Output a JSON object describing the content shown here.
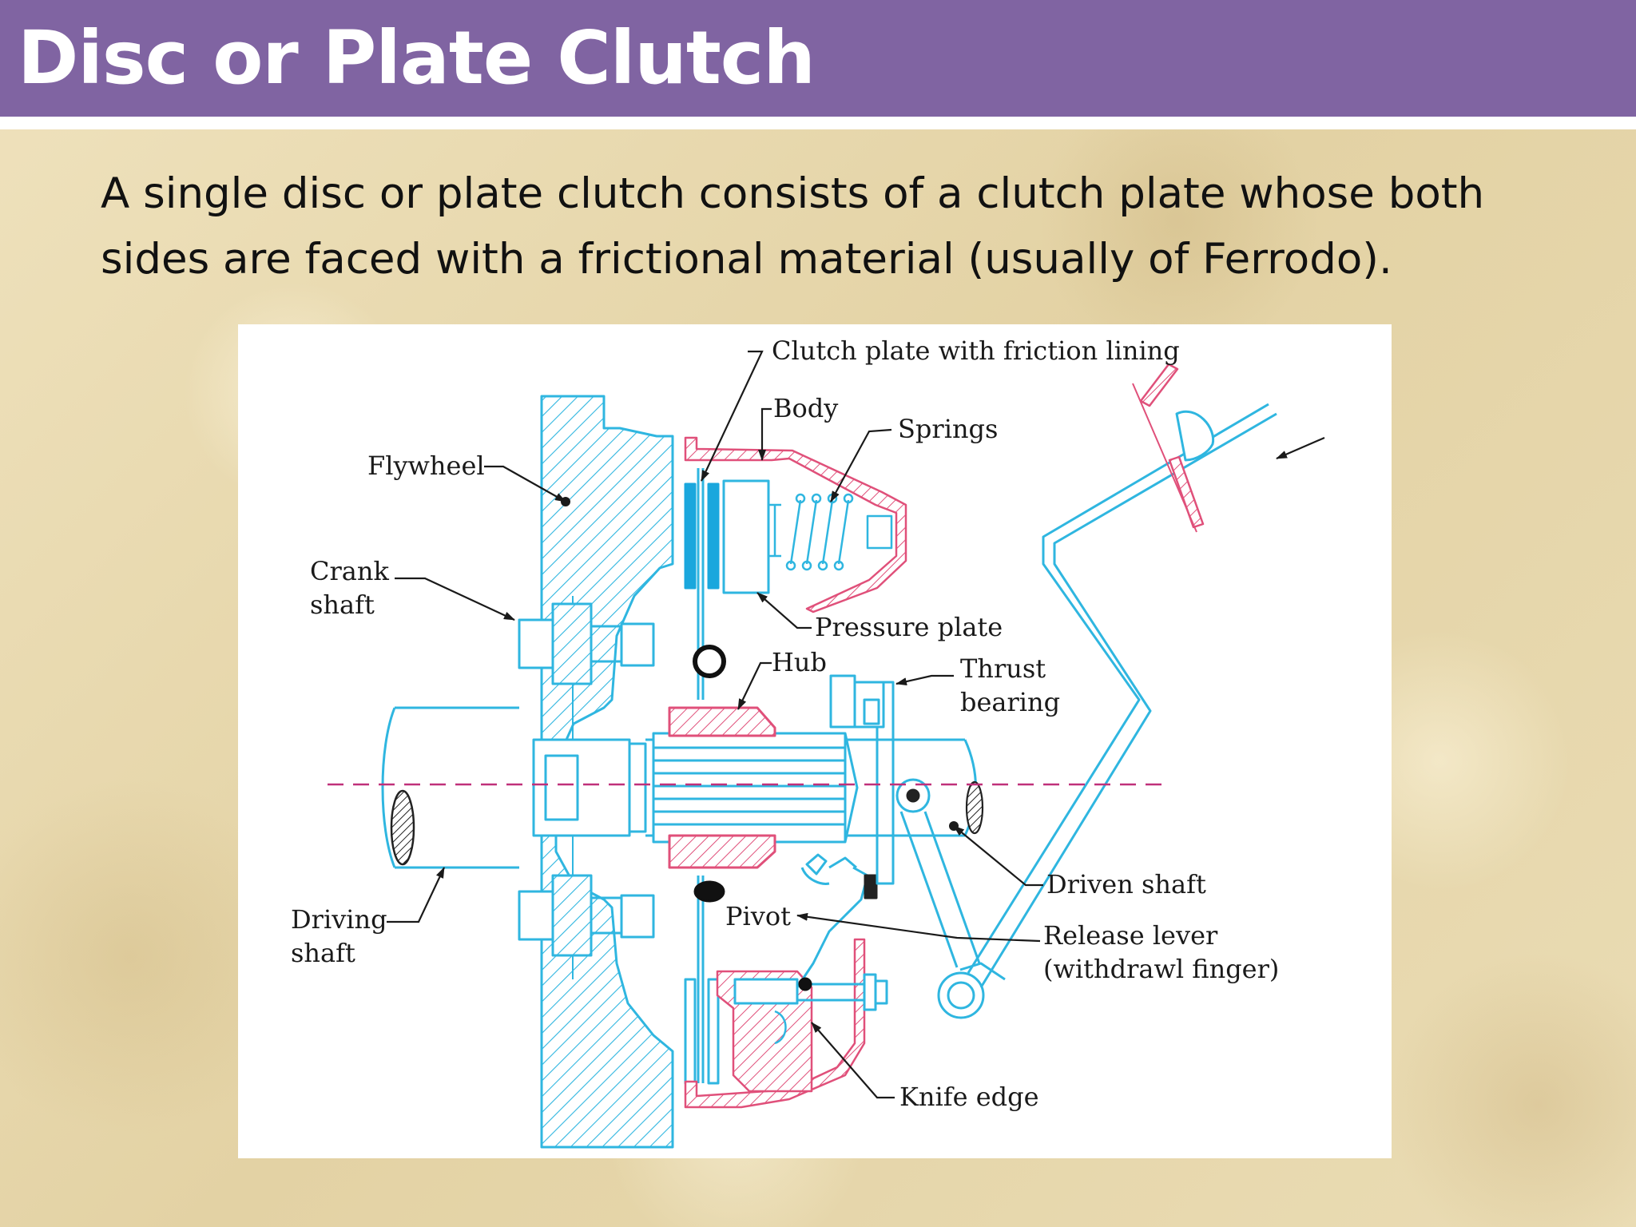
{
  "slide": {
    "title": "Disc or Plate Clutch",
    "body": "A single disc or plate clutch consists of a clutch plate whose both sides are faced with a frictional material (usually of Ferrodo)."
  },
  "diagram": {
    "labels": {
      "clutch_plate": "Clutch plate with friction lining",
      "body": "Body",
      "springs": "Springs",
      "flywheel": "Flywheel",
      "crank_line1": "Crank",
      "crank_line2": "shaft",
      "pressure_plate": "Pressure plate",
      "hub": "Hub",
      "thrust_line1": "Thrust",
      "thrust_line2": "bearing",
      "driven_shaft": "Driven shaft",
      "pivot": "Pivot",
      "release_line1": "Release lever",
      "release_line2": "(withdrawl finger)",
      "driving_line1": "Driving",
      "driving_line2": "shaft",
      "knife_edge": "Knife edge"
    },
    "colors": {
      "part_outline": "#2fb6e0",
      "hatch_blue": "#2fb6e0",
      "hatch_pink": "#e0507a",
      "friction_lining": "#1aa7dd",
      "centerline": "#c0307a",
      "leader": "#1a1a1a"
    }
  }
}
